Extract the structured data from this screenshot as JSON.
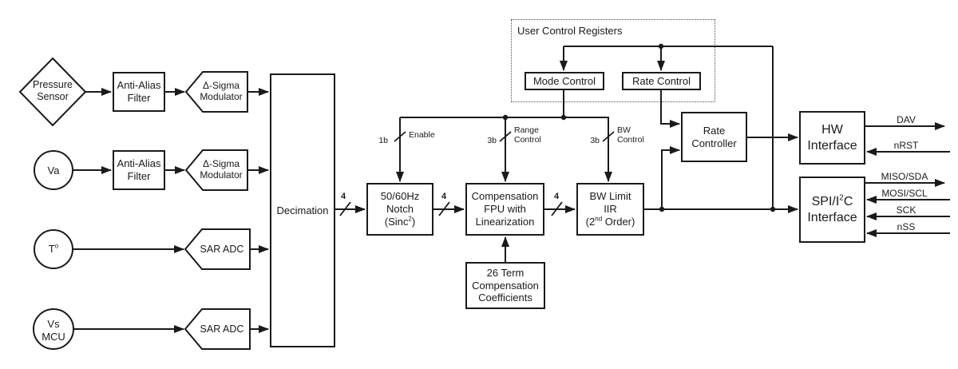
{
  "sources": {
    "pressure": {
      "line1": "Pressure",
      "line2": "Sensor"
    },
    "va": {
      "label": "Va"
    },
    "temperature": {
      "pre": "T",
      "sup": "o"
    },
    "vs_mcu": {
      "line1": "Vs",
      "line2": "MCU"
    }
  },
  "blocks": {
    "anti_alias": {
      "line1": "Anti-Alias",
      "line2": "Filter"
    },
    "delta_sigma": {
      "line1": "Δ-Sigma",
      "line2": "Modulator"
    },
    "sar_adc": {
      "label": "SAR ADC"
    },
    "decimation": {
      "label": "Decimation"
    },
    "notch": {
      "line1": "50/60Hz",
      "line2": "Notch",
      "line3_pre": "(Sinc",
      "line3_sup": "2",
      "line3_post": ")"
    },
    "comp_fpu": {
      "line1": "Compensation",
      "line2": "FPU with",
      "line3": "Linearization"
    },
    "bw_limit": {
      "line1": "BW Limit",
      "line2": "IIR",
      "line3_pre": "(2",
      "line3_sup": "nd",
      "line3_post": " Order)"
    },
    "coefficients": {
      "line1": "26 Term",
      "line2": "Compensation",
      "line3": "Coefficients"
    },
    "user_control": {
      "title": "User Control Registers",
      "mode": "Mode Control",
      "rate": "Rate Control"
    },
    "rate_controller": {
      "line1": "Rate",
      "line2": "Controller"
    },
    "hw_interface": {
      "line1": "HW",
      "line2": "Interface"
    },
    "spi_interface": {
      "line1_pre": "SPI/I",
      "line1_sup": "2",
      "line1_post": "C",
      "line2": "Interface"
    }
  },
  "bus_labels": {
    "width4": "4",
    "width1b": "1b",
    "width3b": "3b",
    "enable": "Enable",
    "range_control": {
      "line1": "Range",
      "line2": "Control"
    },
    "bw_control": {
      "line1": "BW",
      "line2": "Control"
    }
  },
  "signals": {
    "dav": "DAV",
    "nrst": "nRST",
    "miso_sda": "MISO/SDA",
    "mosi_scl": "MOSI/SCL",
    "sck": "SCK",
    "nss": "nSS"
  },
  "colors": {
    "line": "#1a1a1a",
    "text": "#1a1a1a",
    "background": "#ffffff"
  }
}
